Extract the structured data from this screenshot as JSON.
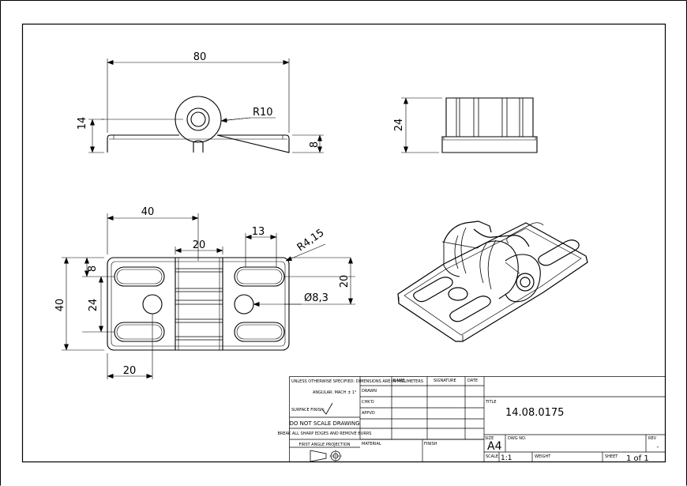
{
  "dimensions": {
    "top_width": "80",
    "front_height": "14",
    "pin_radius": "R10",
    "base_thickness": "8",
    "side_height": "24",
    "plan_half_width": "40",
    "plan_center_width": "20",
    "plan_slot_length": "13",
    "plan_corner_radius": "R4,15",
    "plan_slot_offset": "8",
    "plan_slot_pitch": "24",
    "plan_height": "40",
    "plan_slot_spacing": "20",
    "plan_hole_dia": "Ø8,3",
    "plan_hole_offset": "20"
  },
  "title_block": {
    "general_note": "UNLESS OTHERWISE SPECIFIED: DIMENSIONS ARE IN MILLIMETERS",
    "angular_note": "ANGULAR: MACH ±  1°",
    "col_name": "NAME",
    "col_signature": "SIGNATURE",
    "col_date": "DATE",
    "row_drawn": "DRAWN",
    "row_checked": "CHK'D",
    "row_approved": "APPVD",
    "surface_finish": "SURFACE FINISH:",
    "do_not_scale": "DO NOT SCALE DRAWING",
    "break_edges": "BREAK ALL SHARP EDGES AND REMOVE BURRS",
    "projection": "FIRST ANGLE PROJECTION",
    "material_label": "MATERIAL",
    "finish_label": "FINISH",
    "title_label": "TITLE",
    "title_value": "14.08.0175",
    "size_label": "SIZE",
    "size_value": "A4",
    "dwg_label": "DWG NO.",
    "rev_label": "REV",
    "rev_value": "-",
    "scale_label": "SCALE",
    "scale_value": "1:1",
    "weight_label": "WEIGHT",
    "sheet_label": "SHEET",
    "sheet_value": "1 of 1"
  }
}
